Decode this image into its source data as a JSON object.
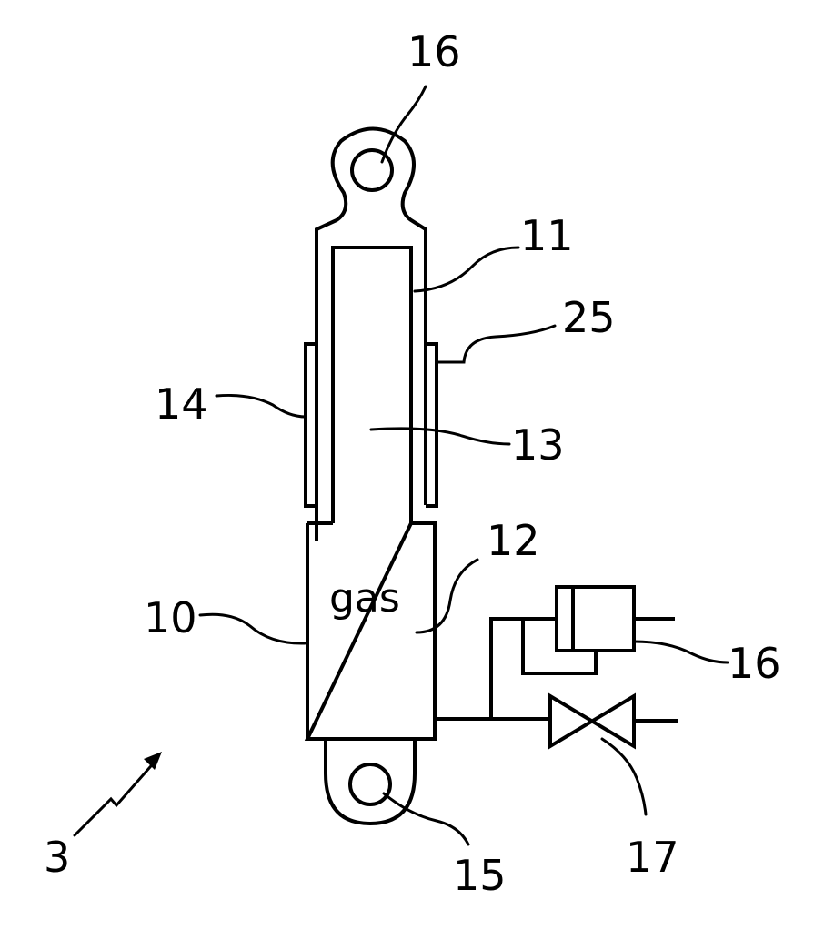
{
  "labels": {
    "top_eye": "16",
    "rod_tube": "11",
    "sensor": "25",
    "sleeve": "14",
    "piston_rod": "13",
    "gas_chamber": "12",
    "cylinder": "10",
    "medium": "gas",
    "accumulator": "16",
    "valve": "17",
    "bottom_eye": "15",
    "assembly": "3"
  },
  "colors": {
    "line": "#000000",
    "background": "#ffffff"
  }
}
